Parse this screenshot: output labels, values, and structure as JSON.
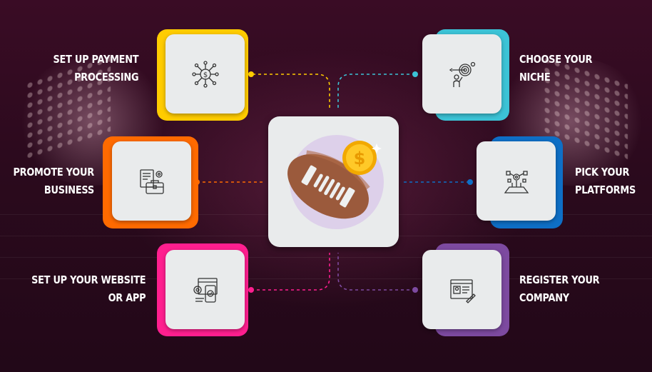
{
  "steps": [
    {
      "id": "payment",
      "line1": "SET UP PAYMENT",
      "line2": "PROCESSING",
      "icon": "dollar-network-icon",
      "color": "#ffcc00"
    },
    {
      "id": "niche",
      "line1": "CHOOSE YOUR",
      "line2": "NICHE",
      "icon": "target-person-icon",
      "color": "#3cc3d6"
    },
    {
      "id": "promote",
      "line1": "PROMOTE YOUR",
      "line2": "BUSINESS",
      "icon": "briefcase-document-icon",
      "color": "#ff6a00"
    },
    {
      "id": "platforms",
      "line1": "PICK YOUR",
      "line2": "PLATFORMS",
      "icon": "platform-network-icon",
      "color": "#0e6fc6"
    },
    {
      "id": "website",
      "line1": "SET UP YOUR WEBSITE",
      "line2": "OR APP",
      "icon": "website-app-settings-icon",
      "color": "#ff1f8f"
    },
    {
      "id": "register",
      "line1": "REGISTER YOUR",
      "line2": "COMPANY",
      "icon": "registration-document-icon",
      "color": "#7d4aa0"
    }
  ],
  "center": {
    "icon": "football-coin-icon",
    "coin_symbol": "$"
  }
}
